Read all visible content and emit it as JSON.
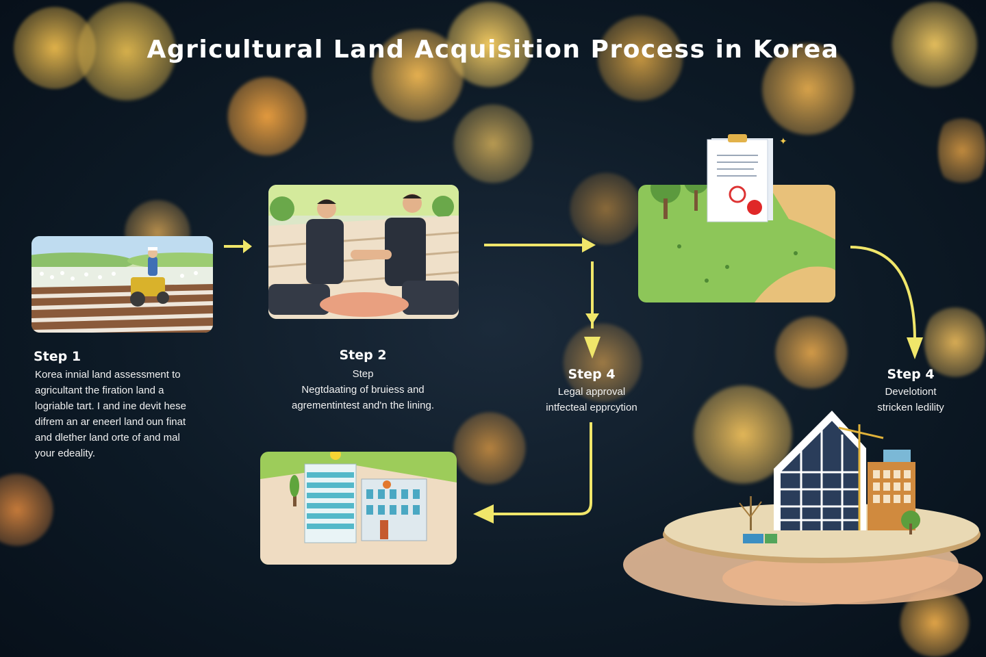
{
  "title": "Agricultural Land Acquisition Process in Korea",
  "colors": {
    "accent": "#f0e66a",
    "background": "#0d1a26"
  },
  "steps": [
    {
      "label": "Step 1",
      "lines": [
        "Korea innial land assessment to",
        "agricultant the firation land a",
        "logriable tart. I and ine devit hese",
        "difrem an ar eneerl land oun finat",
        "and dlether land orte of and mal",
        "your edeality."
      ],
      "icon": "farmer-tractor-field"
    },
    {
      "label": "Step 2",
      "lines": [
        "Step",
        "Negtdaating of bruiess and",
        "agrementintest and'n the lining."
      ],
      "icon": "handshake"
    },
    {
      "label": "Step 4",
      "lines": [
        "Legal approval",
        "intfecteal epprcytion"
      ],
      "icon": "certificate-land"
    },
    {
      "label": "Step 4",
      "lines": [
        "Develotiont",
        "stricken ledility"
      ],
      "icon": "construction-hand"
    }
  ],
  "extra_card_icon": "office-buildings"
}
